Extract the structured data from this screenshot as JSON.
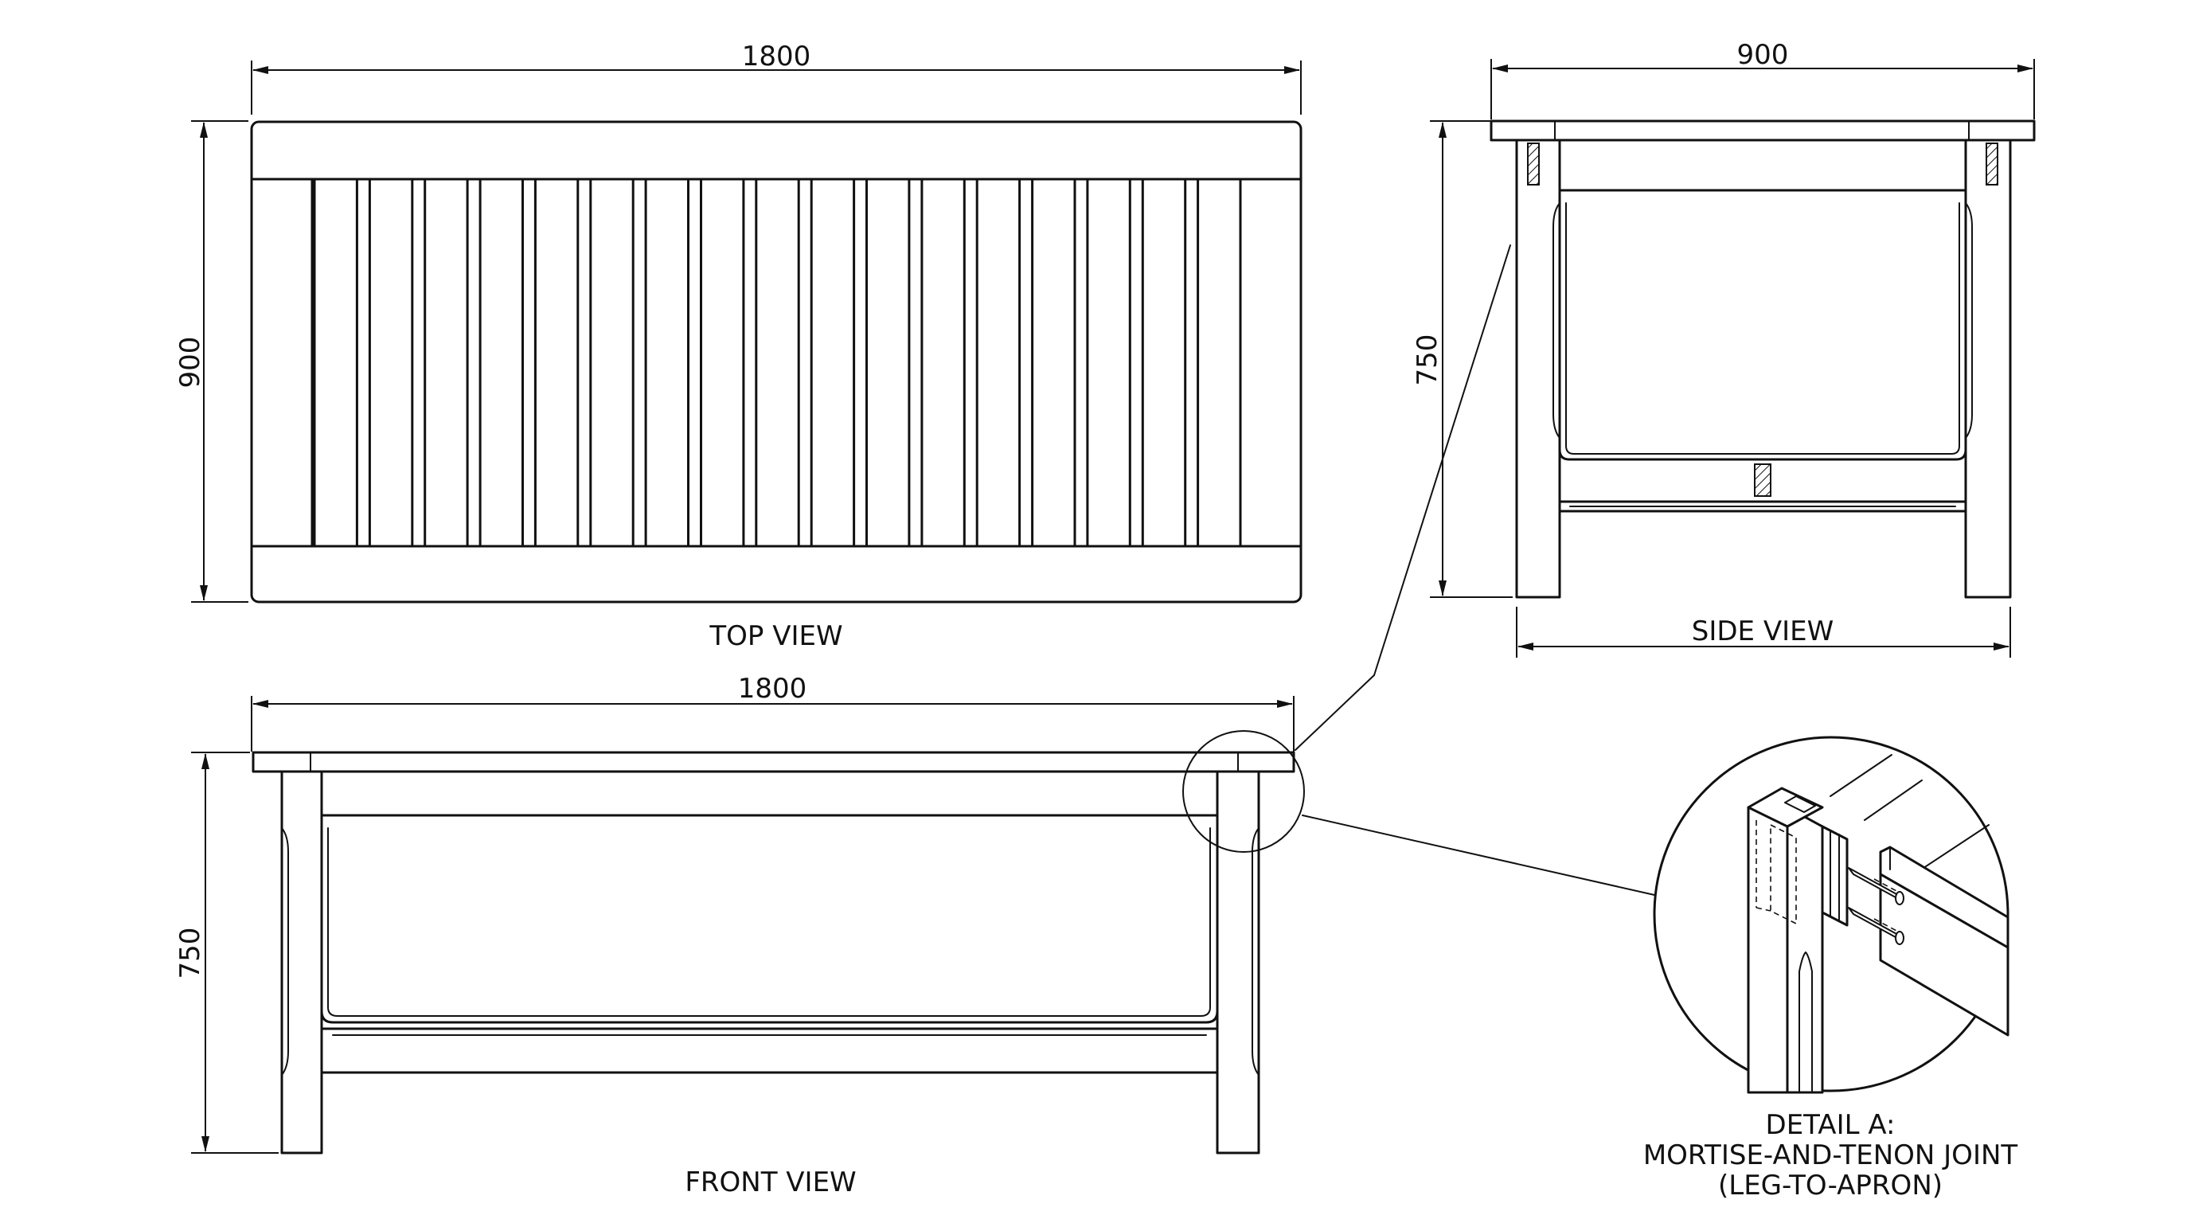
{
  "top_view": {
    "label": "TOP VIEW",
    "width_dim": "1800",
    "depth_dim": "900"
  },
  "side_view": {
    "label": "SIDE VIEW",
    "width_dim": "900",
    "height_dim": "750"
  },
  "front_view": {
    "label": "FRONT VIEW",
    "width_dim": "1800",
    "height_dim": "750"
  },
  "detail": {
    "line1": "DETAIL A:",
    "line2": "MORTISE-AND-TENON JOINT",
    "line3": "(LEG-TO-APRON)"
  }
}
